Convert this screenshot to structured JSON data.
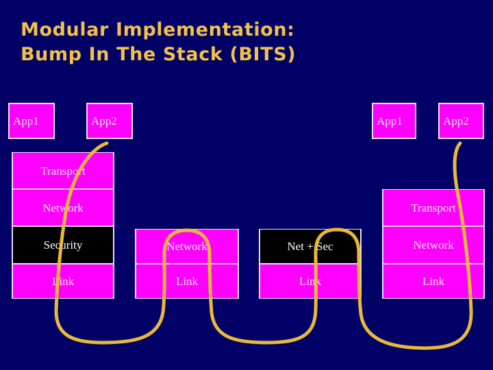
{
  "slide": {
    "title": "Modular Implementation:\nBump In The Stack (BITS)",
    "background_color": "#000066",
    "title_color": "#F2C14A",
    "box_fill_color": "#FF00FF",
    "box_black_color": "#000000",
    "box_border_color": "#E8E0F0",
    "box_text_color": "#F2EAF6",
    "curve_color": "#E8B93A"
  },
  "stacks": [
    {
      "name": "left-host-stack",
      "apps": [
        {
          "label": "App1"
        },
        {
          "label": "App2"
        }
      ],
      "layers": [
        {
          "label": "Transport",
          "style": "magenta"
        },
        {
          "label": "Network",
          "style": "magenta"
        },
        {
          "label": "Security",
          "style": "black"
        },
        {
          "label": "Link",
          "style": "magenta"
        }
      ]
    },
    {
      "name": "middle-router-stack",
      "apps": [],
      "layers": [
        {
          "label": "Network",
          "style": "magenta"
        },
        {
          "label": "Link",
          "style": "magenta"
        }
      ]
    },
    {
      "name": "middle-bits-stack",
      "apps": [],
      "layers": [
        {
          "label": "Net + Sec",
          "style": "black"
        },
        {
          "label": "Link",
          "style": "magenta"
        }
      ]
    },
    {
      "name": "right-host-stack",
      "apps": [
        {
          "label": "App1"
        },
        {
          "label": "App2"
        }
      ],
      "layers": [
        {
          "label": "Transport",
          "style": "magenta"
        },
        {
          "label": "Network",
          "style": "magenta"
        },
        {
          "label": "Link",
          "style": "magenta"
        }
      ]
    }
  ]
}
